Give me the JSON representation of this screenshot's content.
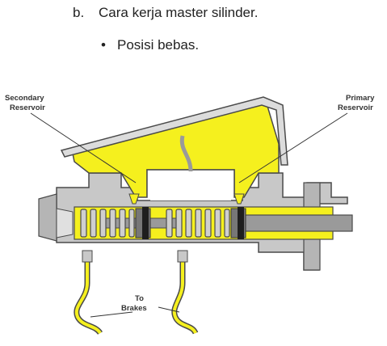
{
  "heading": {
    "number": "b.",
    "text": "Cara kerja master silinder."
  },
  "bullet": {
    "symbol": "•",
    "text": "Posisi bebas."
  },
  "diagram": {
    "labels": {
      "secondary_reservoir": [
        "Secondary",
        "Reservoir"
      ],
      "primary_reservoir": [
        "Primary",
        "Reservoir"
      ],
      "to_brakes": [
        "To",
        "Brakes"
      ]
    },
    "colors": {
      "fluid": "#f5f01e",
      "metal": "#c8c8c8",
      "metal_dark": "#9a9a9a",
      "outline": "#4a4a4a",
      "lid": "#dcdcdc"
    }
  }
}
